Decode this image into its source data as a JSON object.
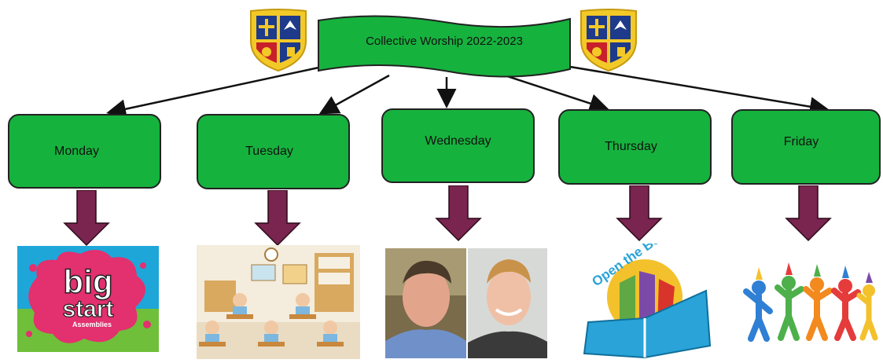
{
  "title": "Collective Worship 2022-2023",
  "colors": {
    "box_fill": "#16b23e",
    "arrow_fill": "#7a2450",
    "connector": "#111111"
  },
  "days": [
    {
      "label": "Monday",
      "image": "big-start-assemblies-logo",
      "image_text": [
        "big",
        "start",
        "Assemblies"
      ]
    },
    {
      "label": "Tuesday",
      "image": "classroom-cartoon"
    },
    {
      "label": "Wednesday",
      "image": "two-visitor-photos"
    },
    {
      "label": "Thursday",
      "image": "open-the-book-logo",
      "image_text": "Open the Book"
    },
    {
      "label": "Friday",
      "image": "party-figures-clipart"
    }
  ]
}
